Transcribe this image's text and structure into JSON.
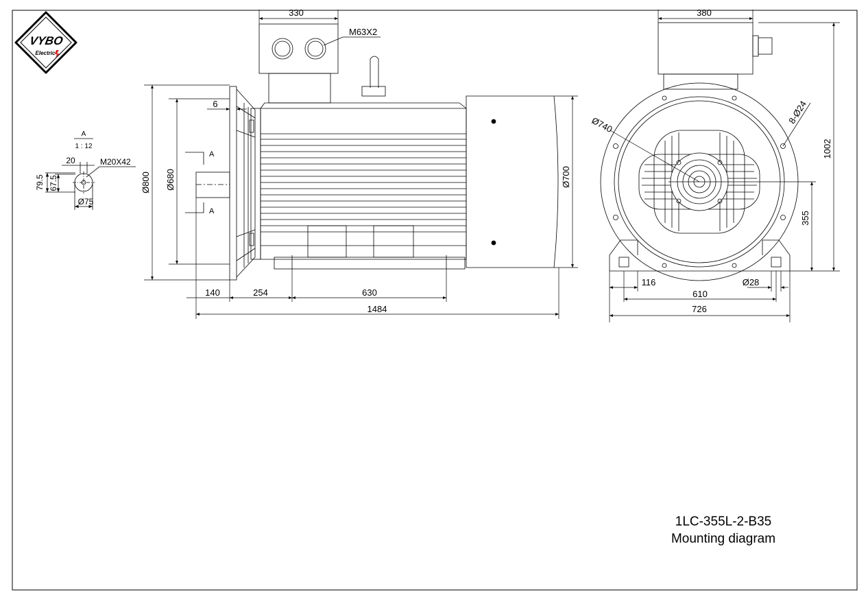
{
  "logo": {
    "brand": "VYBO",
    "sub": "Electric"
  },
  "detail": {
    "section": "A",
    "scale": "1 : 12",
    "thread": "M20X42",
    "width": "20",
    "height_a": "79.5",
    "height_b": "67.5",
    "diameter": "Ø75"
  },
  "side_view": {
    "terminal_width": "330",
    "cable_gland": "M63X2",
    "flange_thickness": "6",
    "flange_dia": "Ø800",
    "spigot_dia": "Ø680",
    "fan_cover_dia": "Ø700",
    "section_mark": "A",
    "dims": [
      "140",
      "254",
      "630",
      "1484"
    ]
  },
  "end_view": {
    "terminal_width": "380",
    "pcd": "Ø740",
    "holes": "8-Ø24",
    "total_height": "1002",
    "shaft_height": "355",
    "foot_edge": "116",
    "foot_hole": "Ø28",
    "foot_span": "610",
    "base_width": "726"
  },
  "title": {
    "model": "1LC-355L-2-B35",
    "caption": "Mounting diagram"
  }
}
